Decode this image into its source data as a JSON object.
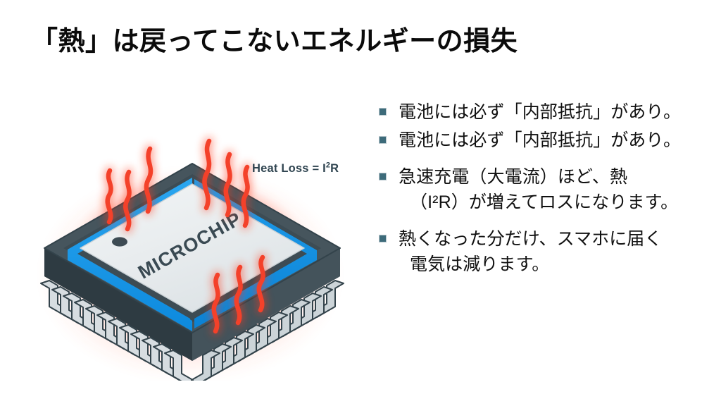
{
  "slide": {
    "background_color": "#ffffff",
    "title": "「熱」は戻ってこないエネルギーの損失"
  },
  "illustration": {
    "name": "microchip-heat-loss-illustration",
    "chip_label": "MICROCHIP",
    "formula_prefix": "Heat Loss = I",
    "formula_exponent": "2",
    "formula_suffix": "R",
    "colors": {
      "chip_body": "#3c4a52",
      "chip_top": "#e9edef",
      "chip_band_blue": "#1a9bea",
      "pin_silver": "#d9dee2",
      "pin_outline": "#33434b",
      "heat_wave": "#f4412a",
      "heat_glow": "#ff4b33",
      "label_text": "#2f4450"
    }
  },
  "bullets": {
    "marker_color": "#3d6b7a",
    "marker_border_color": "#b7c6cc",
    "items": [
      {
        "lines": [
          "電池には必ず「内部抵抗」があり。"
        ],
        "gap_before": false
      },
      {
        "lines": [
          "電池には必ず「内部抵抗」があり。"
        ],
        "gap_before": false
      },
      {
        "lines": [
          "急速充電（大電流）ほど、熱",
          "（I²R）が増えてロスになります。"
        ],
        "gap_before": true
      },
      {
        "lines": [
          "熱くなった分だけ、スマホに届く",
          "電気は減ります。"
        ],
        "gap_before": true
      }
    ]
  }
}
